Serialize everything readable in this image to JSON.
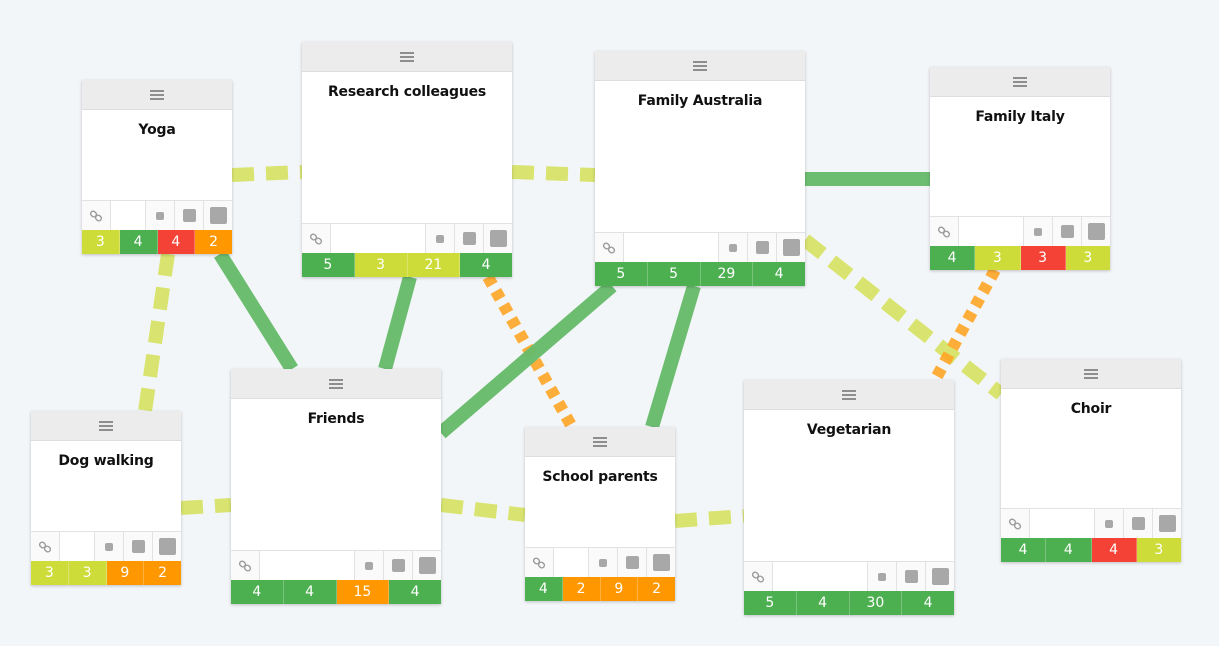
{
  "colors": {
    "green": "#4caf50",
    "yellow_green": "#cddc39",
    "red": "#f44336",
    "orange": "#ff9800",
    "link_green": "#66bb6a",
    "link_yellow_dashed": "#d4e157",
    "link_orange_dashed": "#ffa726",
    "background": "#f3f6f9"
  },
  "groups": [
    {
      "id": "yoga",
      "title": "Yoga",
      "link_icon": "link-icon",
      "size_icons": [
        "size-small-icon",
        "size-medium-icon",
        "size-large-icon"
      ],
      "stats": [
        {
          "value": "3",
          "color": "yellow_green"
        },
        {
          "value": "4",
          "color": "green"
        },
        {
          "value": "4",
          "color": "red"
        },
        {
          "value": "2",
          "color": "orange"
        }
      ]
    },
    {
      "id": "research-colleagues",
      "title": "Research colleagues",
      "link_icon": "link-icon",
      "size_icons": [
        "size-small-icon",
        "size-medium-icon",
        "size-large-icon"
      ],
      "stats": [
        {
          "value": "5",
          "color": "green"
        },
        {
          "value": "3",
          "color": "yellow_green"
        },
        {
          "value": "21",
          "color": "yellow_green"
        },
        {
          "value": "4",
          "color": "green"
        }
      ]
    },
    {
      "id": "family-australia",
      "title": "Family Australia",
      "link_icon": "link-icon",
      "size_icons": [
        "size-small-icon",
        "size-medium-icon",
        "size-large-icon"
      ],
      "stats": [
        {
          "value": "5",
          "color": "green"
        },
        {
          "value": "5",
          "color": "green"
        },
        {
          "value": "29",
          "color": "green"
        },
        {
          "value": "4",
          "color": "green"
        }
      ]
    },
    {
      "id": "family-italy",
      "title": "Family Italy",
      "link_icon": "link-icon",
      "size_icons": [
        "size-small-icon",
        "size-medium-icon",
        "size-large-icon"
      ],
      "stats": [
        {
          "value": "4",
          "color": "green"
        },
        {
          "value": "3",
          "color": "yellow_green"
        },
        {
          "value": "3",
          "color": "red"
        },
        {
          "value": "3",
          "color": "yellow_green"
        }
      ]
    },
    {
      "id": "dog-walking",
      "title": "Dog walking",
      "link_icon": "link-icon",
      "size_icons": [
        "size-small-icon",
        "size-medium-icon",
        "size-large-icon"
      ],
      "stats": [
        {
          "value": "3",
          "color": "yellow_green"
        },
        {
          "value": "3",
          "color": "yellow_green"
        },
        {
          "value": "9",
          "color": "orange"
        },
        {
          "value": "2",
          "color": "orange"
        }
      ]
    },
    {
      "id": "friends",
      "title": "Friends",
      "link_icon": "link-icon",
      "size_icons": [
        "size-small-icon",
        "size-medium-icon",
        "size-large-icon"
      ],
      "stats": [
        {
          "value": "4",
          "color": "green"
        },
        {
          "value": "4",
          "color": "green"
        },
        {
          "value": "15",
          "color": "orange"
        },
        {
          "value": "4",
          "color": "green"
        }
      ]
    },
    {
      "id": "school-parents",
      "title": "School parents",
      "link_icon": "link-icon",
      "size_icons": [
        "size-small-icon",
        "size-medium-icon",
        "size-large-icon"
      ],
      "stats": [
        {
          "value": "4",
          "color": "green"
        },
        {
          "value": "2",
          "color": "orange"
        },
        {
          "value": "9",
          "color": "orange"
        },
        {
          "value": "2",
          "color": "orange"
        }
      ]
    },
    {
      "id": "vegetarian",
      "title": "Vegetarian",
      "link_icon": "link-icon",
      "size_icons": [
        "size-small-icon",
        "size-medium-icon",
        "size-large-icon"
      ],
      "stats": [
        {
          "value": "5",
          "color": "green"
        },
        {
          "value": "4",
          "color": "green"
        },
        {
          "value": "30",
          "color": "green"
        },
        {
          "value": "4",
          "color": "green"
        }
      ]
    },
    {
      "id": "choir",
      "title": "Choir",
      "link_icon": "link-icon",
      "size_icons": [
        "size-small-icon",
        "size-medium-icon",
        "size-large-icon"
      ],
      "stats": [
        {
          "value": "4",
          "color": "green"
        },
        {
          "value": "4",
          "color": "green"
        },
        {
          "value": "4",
          "color": "red"
        },
        {
          "value": "3",
          "color": "yellow_green"
        }
      ]
    }
  ],
  "connections": [
    {
      "from": "yoga",
      "to": "research-colleagues",
      "style": "yellow-dashed"
    },
    {
      "from": "research-colleagues",
      "to": "family-australia",
      "style": "yellow-dashed"
    },
    {
      "from": "family-australia",
      "to": "family-italy",
      "style": "green-solid"
    },
    {
      "from": "yoga",
      "to": "dog-walking",
      "style": "yellow-dashed"
    },
    {
      "from": "yoga",
      "to": "friends",
      "style": "green-solid"
    },
    {
      "from": "research-colleagues",
      "to": "friends",
      "style": "green-solid"
    },
    {
      "from": "research-colleagues",
      "to": "school-parents",
      "style": "orange-dashed"
    },
    {
      "from": "family-australia",
      "to": "friends",
      "style": "green-solid"
    },
    {
      "from": "family-australia",
      "to": "school-parents",
      "style": "green-solid"
    },
    {
      "from": "family-australia",
      "to": "choir",
      "style": "yellow-dashed"
    },
    {
      "from": "family-italy",
      "to": "vegetarian",
      "style": "orange-dashed"
    },
    {
      "from": "dog-walking",
      "to": "friends",
      "style": "yellow-dashed"
    },
    {
      "from": "friends",
      "to": "school-parents",
      "style": "yellow-dashed"
    },
    {
      "from": "school-parents",
      "to": "vegetarian",
      "style": "yellow-dashed"
    }
  ]
}
